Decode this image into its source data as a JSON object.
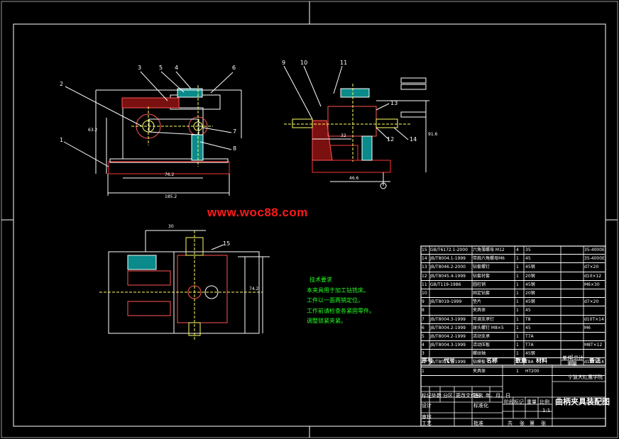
{
  "watermark": "www.woc88.com",
  "technical_requirements": {
    "heading": "技术要求",
    "lines": [
      "本夹具用于加工钻铣床。",
      "工件以一面两销定位。",
      "工作前请检查各紧固零件。",
      "调整锁紧夹紧。"
    ]
  },
  "part_labels": {
    "front_view": [
      "1",
      "2",
      "3",
      "4",
      "5",
      "6",
      "7",
      "8"
    ],
    "side_view": [
      "9",
      "10",
      "11",
      "12",
      "13",
      "14"
    ],
    "top_view": [
      "15"
    ]
  },
  "dimensions": {
    "front_width": "185.2",
    "front_inner": "76.2",
    "front_height": "63.2",
    "side_width": "46.6",
    "side_inner": "32",
    "side_height": "91.6",
    "top_width": "30",
    "top_height": "74.2"
  },
  "bom": {
    "header": {
      "seq": "序号",
      "code": "代号",
      "name": "名称",
      "qty": "数量",
      "material": "材料",
      "single": "单件",
      "total": "总计",
      "weight": "重量",
      "note": "备注"
    },
    "rows": [
      {
        "seq": "15",
        "code": "GB/T6172.1-2000",
        "name": "六角薄螺母 M12",
        "qty": "4",
        "material": "35",
        "note": "35-4000E"
      },
      {
        "seq": "14",
        "code": "JB/T8004.1-1999",
        "name": "带肩六角螺母M6",
        "qty": "1",
        "material": "45",
        "note": "35-4000E"
      },
      {
        "seq": "13",
        "code": "JB/T8046.2-2000",
        "name": "钻套螺钉",
        "qty": "1",
        "material": "45钢",
        "note": "d7×20"
      },
      {
        "seq": "12",
        "code": "JB/T8045.4-1999",
        "name": "钻套衬套",
        "qty": "1",
        "material": "20钢",
        "note": "d10×12"
      },
      {
        "seq": "11",
        "code": "GB/T119-1986",
        "name": "圆柱销",
        "qty": "1",
        "material": "45钢",
        "note": "M6×30"
      },
      {
        "seq": "10",
        "code": "",
        "name": "固定钻套",
        "qty": "1",
        "material": "20钢",
        "note": ""
      },
      {
        "seq": "9",
        "code": "JB/T8019-1999",
        "name": "垫片",
        "qty": "1",
        "material": "45钢",
        "note": "d7×20"
      },
      {
        "seq": "8",
        "code": "",
        "name": "夹具体",
        "qty": "1",
        "material": "45",
        "note": ""
      },
      {
        "seq": "7",
        "code": "JB/T8004.3-1999",
        "name": "可调支承钉",
        "qty": "1",
        "material": "T8",
        "note": "d10T×14"
      },
      {
        "seq": "6",
        "code": "JB/T8004.2-1999",
        "name": "球头螺钉 M8×5",
        "qty": "1",
        "material": "45",
        "note": "M6"
      },
      {
        "seq": "5",
        "code": "JB/T8004.2-1999",
        "name": "活动支承",
        "qty": "1",
        "material": "T7A",
        "note": ""
      },
      {
        "seq": "4",
        "code": "JB/T8004.3-1999",
        "name": "活动压板",
        "qty": "1",
        "material": "T7A",
        "note": "M8T×12"
      },
      {
        "seq": "3",
        "code": "",
        "name": "螺纹轴",
        "qty": "1",
        "material": "45钢",
        "note": ""
      },
      {
        "seq": "2",
        "code": "JB/T8014.2-1999",
        "name": "钻模板",
        "qty": "1",
        "material": "T8A",
        "note": "d10T×14"
      },
      {
        "seq": "1",
        "code": "",
        "name": "夹具体",
        "qty": "1",
        "material": "HT200",
        "note": ""
      }
    ]
  },
  "title_block": {
    "school": "宁波大红鹰学院",
    "drawing_title": "曲柄夹具装配图",
    "scale_ratio": "1:1",
    "labels": {
      "mark": "标记",
      "count": "处数",
      "zone": "分区",
      "change_doc": "更改文件号",
      "signature": "签名",
      "date": "年、月、日",
      "designer": "设计",
      "standardize": "标准化",
      "stage_mark": "阶段标记",
      "weight": "重量",
      "scale": "比例",
      "audit": "审核",
      "process": "工艺",
      "approve": "批准",
      "sheets_total": "共",
      "sheet": "张",
      "of": "第"
    }
  }
}
